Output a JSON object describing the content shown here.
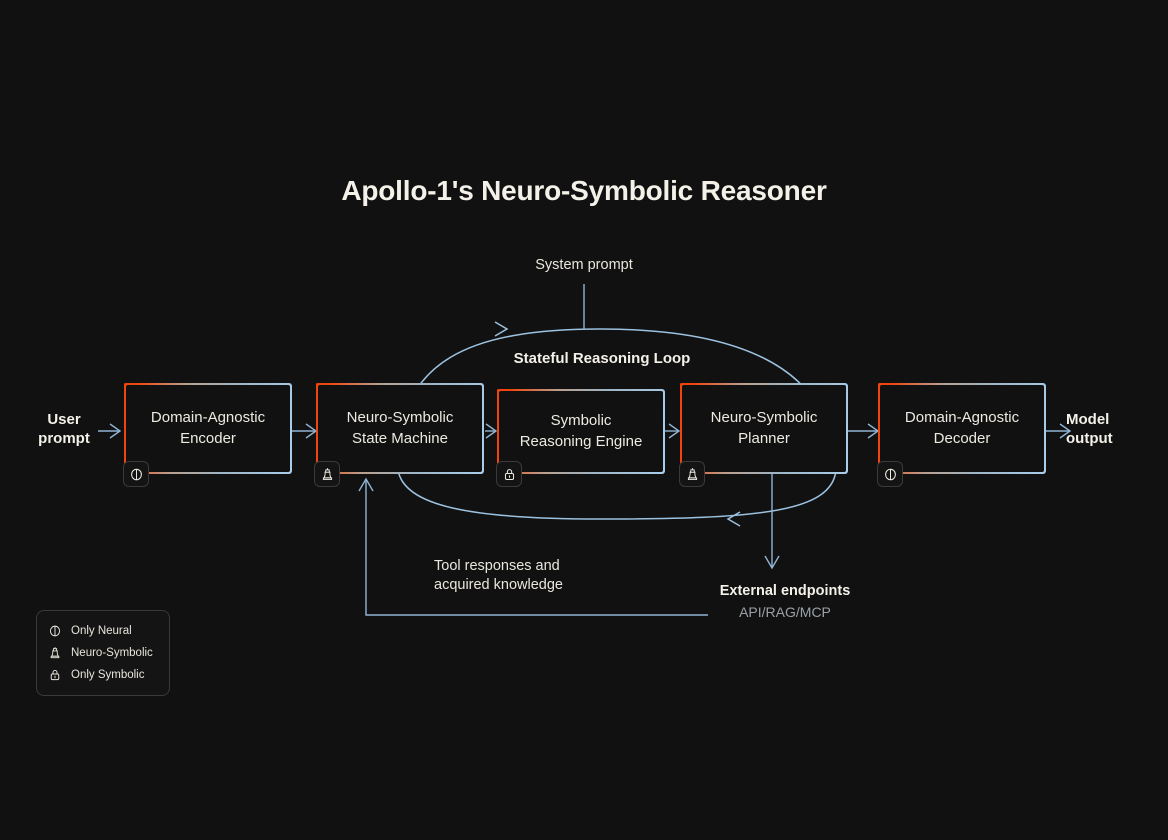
{
  "title": "Apollo-1's Neuro-Symbolic Reasoner",
  "colors": {
    "background": "#111111",
    "accent_orange": "#F0460E",
    "accent_blue": "#A9CEEC",
    "text": "#F4F1E8",
    "muted": "#9AA0A6"
  },
  "labels": {
    "system_prompt": "System prompt",
    "loop": "Stateful Reasoning Loop",
    "tool_responses_line1": "Tool responses and",
    "tool_responses_line2": "acquired knowledge",
    "external_title": "External endpoints",
    "external_sub": "API/RAG/MCP",
    "user_prompt_line1": "User",
    "user_prompt_line2": "prompt",
    "model_output_line1": "Model",
    "model_output_line2": "output"
  },
  "blocks": [
    {
      "id": "encoder",
      "line1": "Domain-Agnostic",
      "line2": "Encoder",
      "icon": "brain-icon"
    },
    {
      "id": "state-machine",
      "line1": "Neuro-Symbolic",
      "line2": "State Machine",
      "icon": "chess-piece-icon"
    },
    {
      "id": "reasoning",
      "line1": "Symbolic",
      "line2": "Reasoning Engine",
      "icon": "lock-icon"
    },
    {
      "id": "planner",
      "line1": "Neuro-Symbolic",
      "line2": "Planner",
      "icon": "chess-piece-icon"
    },
    {
      "id": "decoder",
      "line1": "Domain-Agnostic",
      "line2": "Decoder",
      "icon": "brain-icon"
    }
  ],
  "legend": [
    {
      "icon": "brain-icon",
      "label": "Only Neural"
    },
    {
      "icon": "chess-piece-icon",
      "label": "Neuro-Symbolic"
    },
    {
      "icon": "lock-icon",
      "label": "Only Symbolic"
    }
  ]
}
